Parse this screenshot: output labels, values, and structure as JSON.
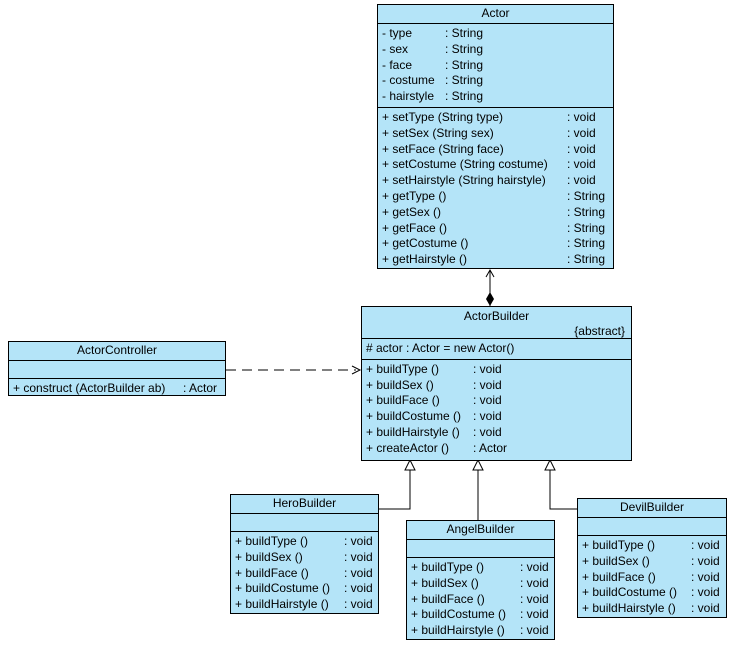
{
  "actor": {
    "name": "Actor",
    "attributes": [
      {
        "name": "-  type",
        "type": ": String"
      },
      {
        "name": "-  sex",
        "type": ": String"
      },
      {
        "name": "-  face",
        "type": ": String"
      },
      {
        "name": "-  costume",
        "type": ": String"
      },
      {
        "name": "-  hairstyle",
        "type": ": String"
      }
    ],
    "operations": [
      {
        "name": "+  setType (String type)",
        "type": ": void"
      },
      {
        "name": "+  setSex (String sex)",
        "type": ": void"
      },
      {
        "name": "+  setFace (String face)",
        "type": ": void"
      },
      {
        "name": "+  setCostume (String costume)",
        "type": ": void"
      },
      {
        "name": "+  setHairstyle (String hairstyle)",
        "type": ": void"
      },
      {
        "name": "+  getType ()",
        "type": ": String"
      },
      {
        "name": "+  getSex ()",
        "type": ": String"
      },
      {
        "name": "+  getFace ()",
        "type": ": String"
      },
      {
        "name": "+  getCostume ()",
        "type": ": String"
      },
      {
        "name": "+  getHairstyle ()",
        "type": ": String"
      }
    ]
  },
  "actor_builder": {
    "name": "ActorBuilder",
    "stereotype": "{abstract}",
    "attributes": [
      {
        "name": "#  actor  : Actor  = new Actor()",
        "type": ""
      }
    ],
    "operations": [
      {
        "name": "+  buildType ()",
        "type": ": void"
      },
      {
        "name": "+  buildSex ()",
        "type": ": void"
      },
      {
        "name": "+  buildFace ()",
        "type": ": void"
      },
      {
        "name": "+  buildCostume ()",
        "type": ": void"
      },
      {
        "name": "+  buildHairstyle ()",
        "type": ": void"
      },
      {
        "name": "+  createActor ()",
        "type": ": Actor"
      }
    ]
  },
  "actor_controller": {
    "name": "ActorController",
    "operations": [
      {
        "name": "+  construct (ActorBuilder ab)",
        "type": ": Actor"
      }
    ]
  },
  "hero_builder": {
    "name": "HeroBuilder",
    "operations": [
      {
        "name": "+  buildType ()",
        "type": ": void"
      },
      {
        "name": "+  buildSex ()",
        "type": ": void"
      },
      {
        "name": "+  buildFace ()",
        "type": ": void"
      },
      {
        "name": "+  buildCostume ()",
        "type": ": void"
      },
      {
        "name": "+  buildHairstyle ()",
        "type": ": void"
      }
    ]
  },
  "angel_builder": {
    "name": "AngelBuilder",
    "operations": [
      {
        "name": "+  buildType ()",
        "type": ": void"
      },
      {
        "name": "+  buildSex ()",
        "type": ": void"
      },
      {
        "name": "+  buildFace ()",
        "type": ": void"
      },
      {
        "name": "+  buildCostume ()",
        "type": ": void"
      },
      {
        "name": "+  buildHairstyle ()",
        "type": ": void"
      }
    ]
  },
  "devil_builder": {
    "name": "DevilBuilder",
    "operations": [
      {
        "name": "+  buildType ()",
        "type": ": void"
      },
      {
        "name": "+  buildSex ()",
        "type": ": void"
      },
      {
        "name": "+  buildFace ()",
        "type": ": void"
      },
      {
        "name": "+  buildCostume ()",
        "type": ": void"
      },
      {
        "name": "+  buildHairstyle ()",
        "type": ": void"
      }
    ]
  },
  "colors": {
    "class_fill": "#b4e4f8",
    "line": "#000000"
  }
}
